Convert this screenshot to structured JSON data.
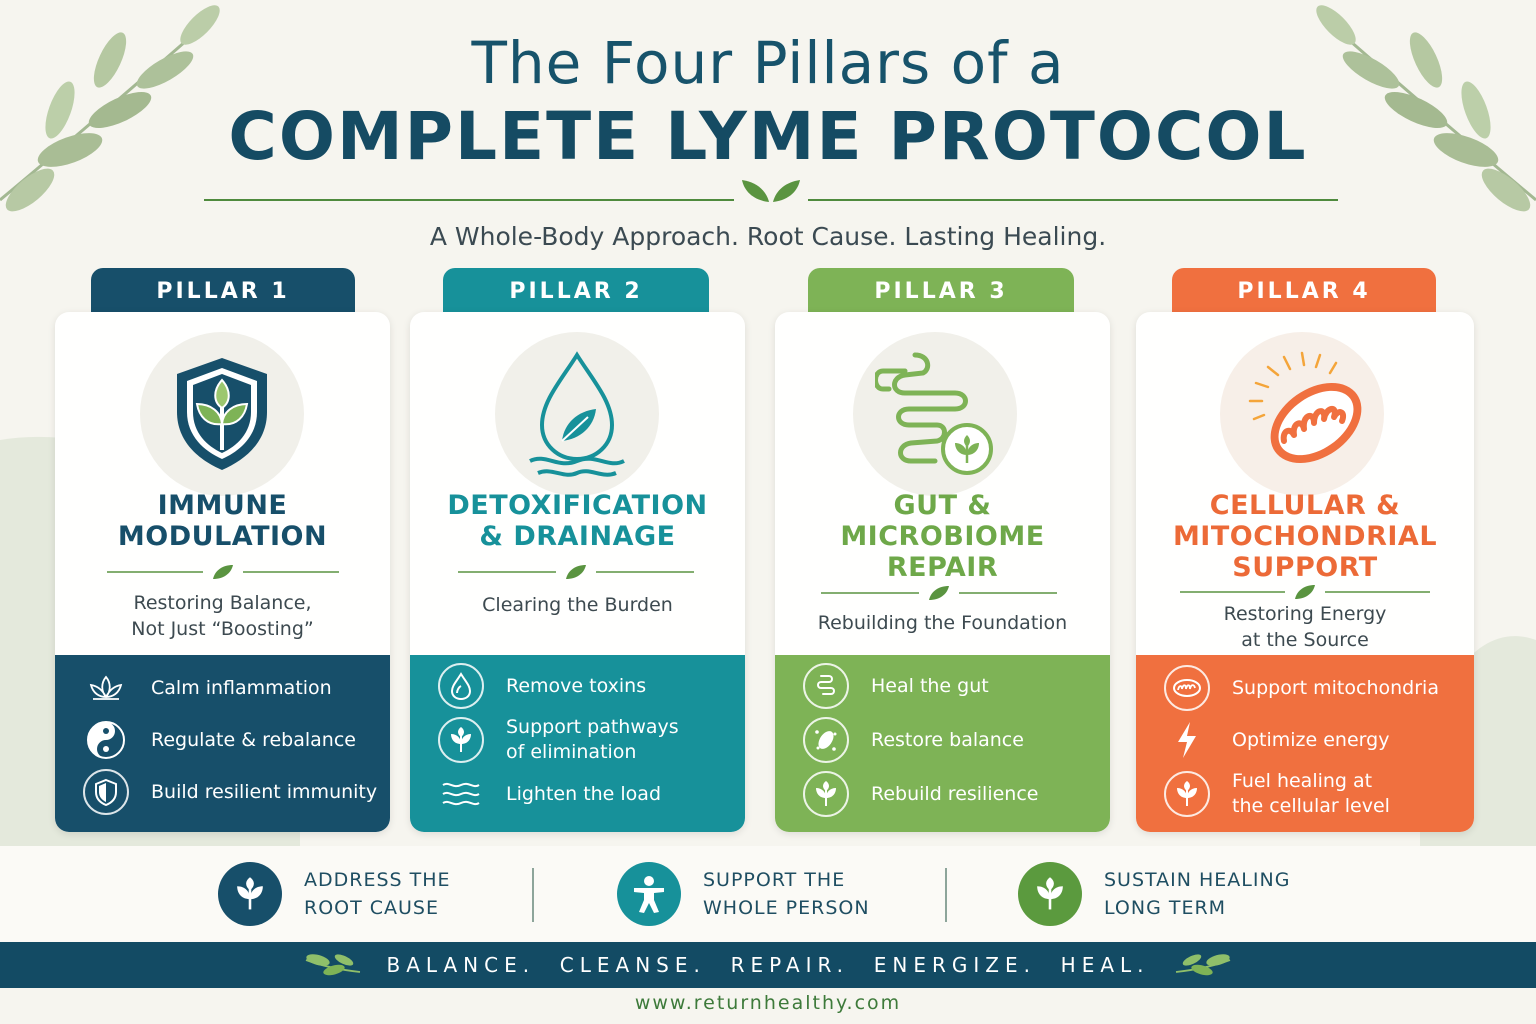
{
  "header": {
    "title_line1": "The Four Pillars of a",
    "title_line2": "COMPLETE LYME PROTOCOL",
    "subtitle": "A Whole-Body Approach. Root Cause. Lasting Healing."
  },
  "colors": {
    "navy": "#174f6a",
    "teal": "#17919a",
    "green": "#7eb356",
    "orange": "#f0703f",
    "dark_bar": "#134b64"
  },
  "pillars": [
    {
      "tab": "PILLAR 1",
      "name_lines": [
        "IMMUNE",
        "MODULATION"
      ],
      "tagline_lines": [
        "Restoring Balance,",
        "Not Just “Boosting”"
      ],
      "icon": "shield-leaf-icon",
      "benefits": [
        {
          "icon": "lotus-icon",
          "lines": [
            "Calm inflammation"
          ]
        },
        {
          "icon": "yin-yang-icon",
          "lines": [
            "Regulate & rebalance"
          ]
        },
        {
          "icon": "shield-icon",
          "lines": [
            "Build resilient immunity"
          ]
        }
      ]
    },
    {
      "tab": "PILLAR 2",
      "name_lines": [
        "DETOXIFICATION",
        "& DRAINAGE"
      ],
      "tagline_lines": [
        "Clearing the Burden"
      ],
      "icon": "water-drop-leaf-icon",
      "benefits": [
        {
          "icon": "drop-icon",
          "lines": [
            "Remove toxins"
          ]
        },
        {
          "icon": "sprout-icon",
          "lines": [
            "Support pathways",
            "of elimination"
          ]
        },
        {
          "icon": "waves-icon",
          "lines": [
            "Lighten the load"
          ]
        }
      ]
    },
    {
      "tab": "PILLAR 3",
      "name_lines": [
        "GUT &",
        "MICROBIOME",
        "REPAIR"
      ],
      "tagline_lines": [
        "Rebuilding the Foundation"
      ],
      "icon": "intestine-icon",
      "benefits": [
        {
          "icon": "gut-icon",
          "lines": [
            "Heal the gut"
          ]
        },
        {
          "icon": "microbe-icon",
          "lines": [
            "Restore balance"
          ]
        },
        {
          "icon": "leaf-icon",
          "lines": [
            "Rebuild resilience"
          ]
        }
      ]
    },
    {
      "tab": "PILLAR 4",
      "name_lines": [
        "CELLULAR &",
        "MITOCHONDRIAL",
        "SUPPORT"
      ],
      "tagline_lines": [
        "Restoring Energy",
        "at the Source"
      ],
      "icon": "mitochondria-icon",
      "benefits": [
        {
          "icon": "mitochondria-small-icon",
          "lines": [
            "Support mitochondria"
          ]
        },
        {
          "icon": "lightning-icon",
          "lines": [
            "Optimize energy"
          ]
        },
        {
          "icon": "sprout-icon",
          "lines": [
            "Fuel healing at",
            "the cellular level"
          ]
        }
      ]
    }
  ],
  "principles": [
    {
      "icon": "sprout-icon",
      "lines": [
        "ADDRESS THE",
        "ROOT CAUSE"
      ]
    },
    {
      "icon": "person-icon",
      "lines": [
        "SUPPORT THE",
        "WHOLE PERSON"
      ]
    },
    {
      "icon": "leaf-icon",
      "lines": [
        "SUSTAIN HEALING",
        "LONG TERM"
      ]
    }
  ],
  "motto": "BALANCE.  CLEANSE.  REPAIR.  ENERGIZE.  HEAL.",
  "website": "www.returnhealthy.com"
}
